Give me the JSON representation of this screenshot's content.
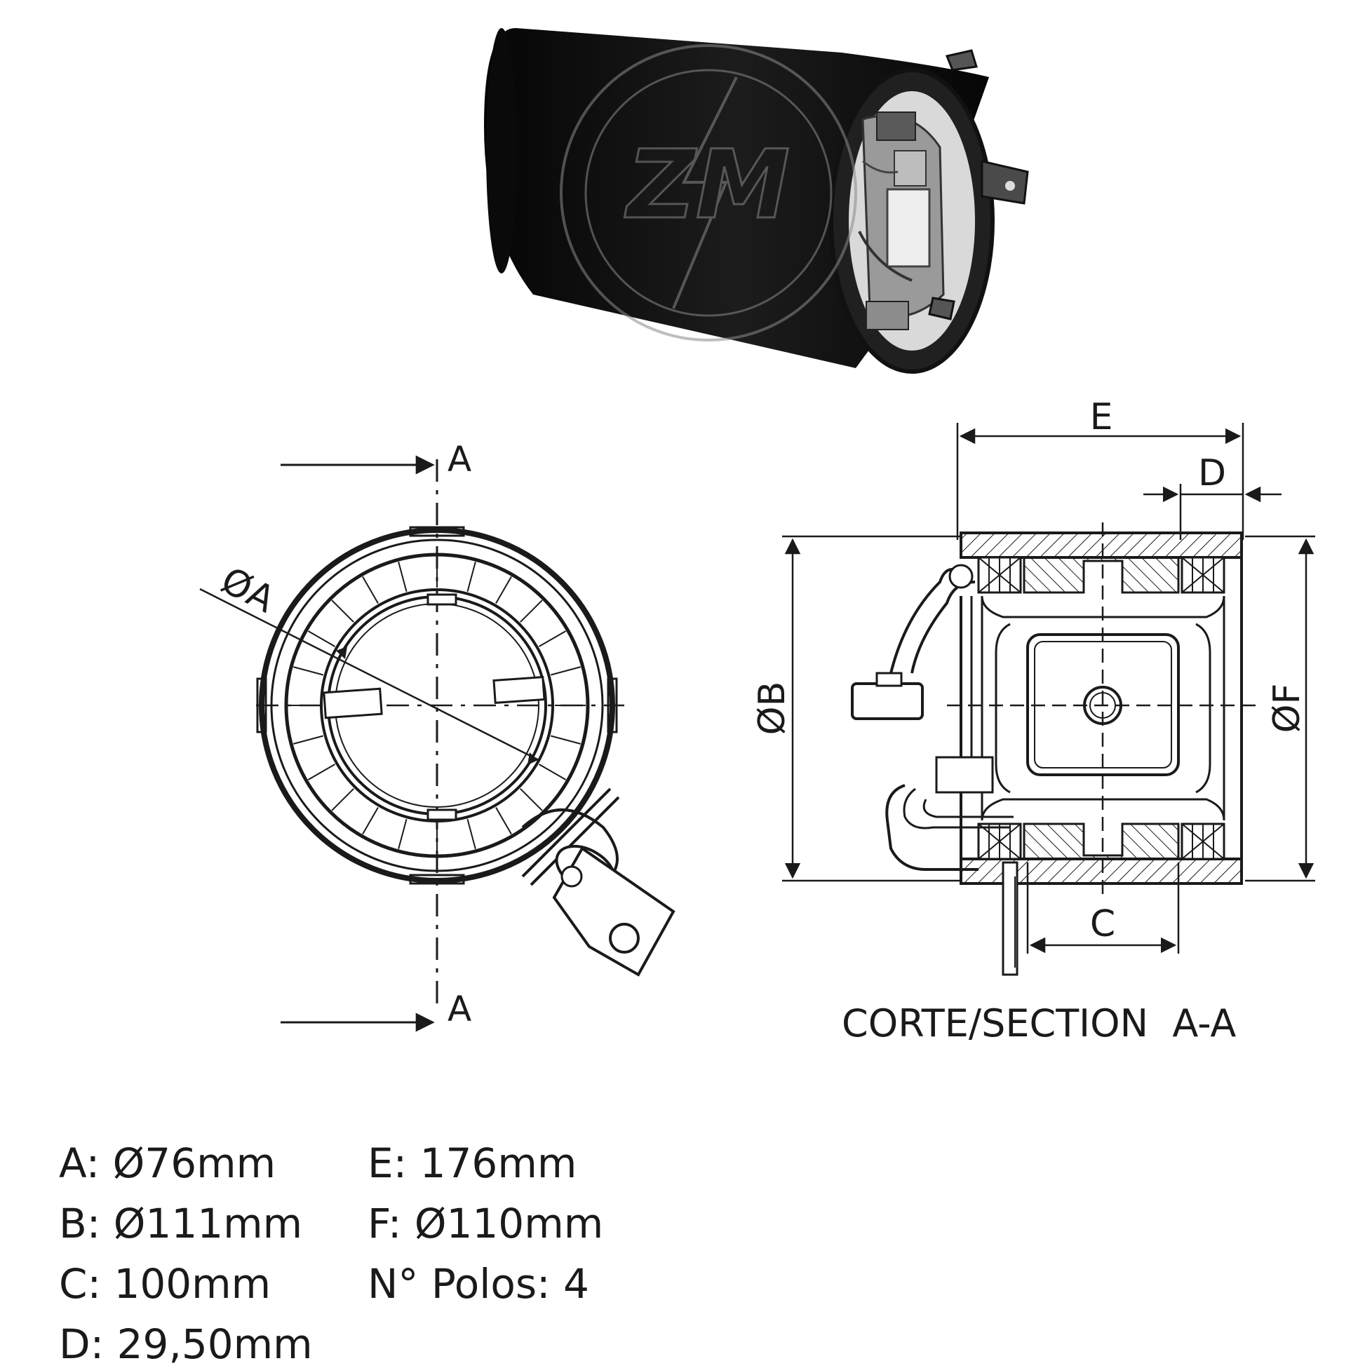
{
  "logo": {
    "text": "ZM"
  },
  "front_view": {
    "section_marker_top": "A",
    "section_marker_bottom": "A",
    "diameter_label": "ØA"
  },
  "section_view": {
    "dim_E": "E",
    "dim_D": "D",
    "dim_B": "ØB",
    "dim_F": "ØF",
    "dim_C": "C",
    "caption": "CORTE/SECTION  A-A"
  },
  "specs": {
    "left": [
      "A: Ø76mm",
      "B: Ø111mm",
      "C: 100mm",
      "D: 29,50mm"
    ],
    "right": [
      "E: 176mm",
      "F: Ø110mm",
      "N° Polos: 4"
    ]
  },
  "colors": {
    "line": "#1a1a1a",
    "body": "#0b0b0b",
    "hatch": "#1a1a1a"
  }
}
